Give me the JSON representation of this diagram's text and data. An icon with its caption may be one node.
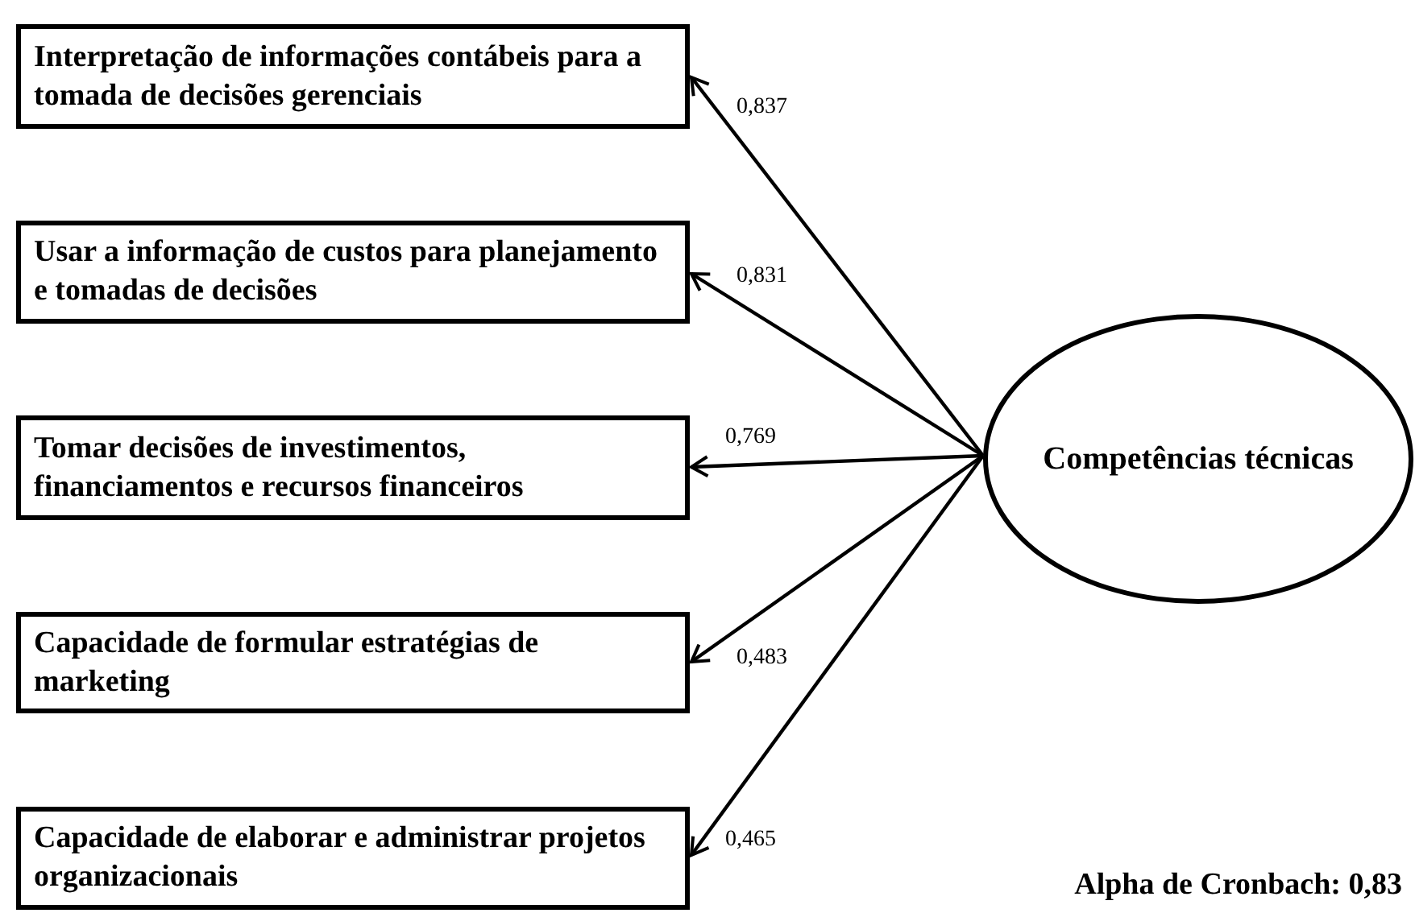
{
  "diagram": {
    "nodes": [
      {
        "text": [
          "Interpretação de informações contábeis para a tomada de decisões gerenciais"
        ]
      },
      {
        "text": [
          "Usar a informação de custos para planejamento e tomadas de decisões"
        ]
      },
      {
        "text": [
          "Tomar decisões de investimentos, financiamentos e recursos financeiros"
        ]
      },
      {
        "text": [
          "Capacidade de formular estratégias de marketing"
        ]
      },
      {
        "text": [
          "Capacidade de elaborar e administrar projetos organizacionais"
        ]
      },
      {
        "text": [
          "Competências técnicas"
        ]
      }
    ],
    "edges": [
      {
        "from": 5,
        "to": 0,
        "arrow": "to",
        "label": "0,837"
      },
      {
        "from": 5,
        "to": 1,
        "arrow": "to",
        "label": "0,831"
      },
      {
        "from": 5,
        "to": 2,
        "arrow": "to",
        "label": "0,769"
      },
      {
        "from": 5,
        "to": 3,
        "arrow": "to",
        "label": "0,483"
      },
      {
        "from": 5,
        "to": 4,
        "arrow": "to",
        "label": "0,465"
      }
    ],
    "labels": [
      "Alpha de Cronbach: 0,83"
    ]
  }
}
